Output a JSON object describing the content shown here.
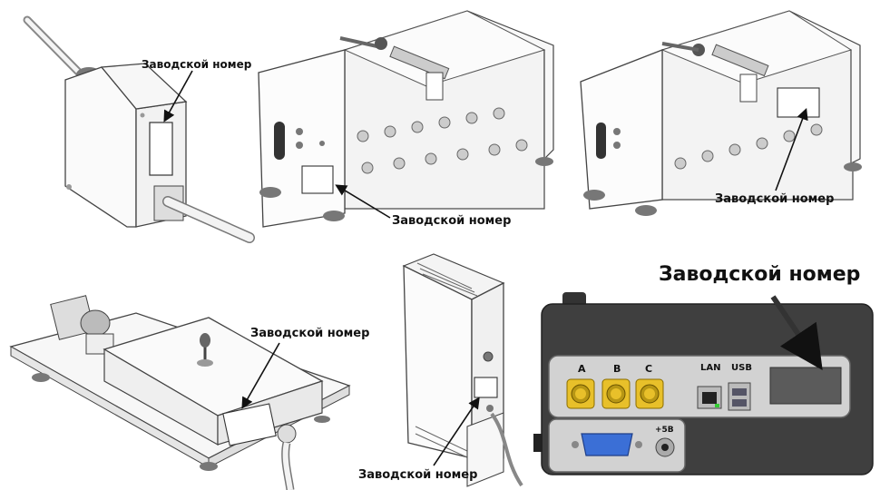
{
  "labels": {
    "serial": "Заводской номер"
  },
  "ports": {
    "a": "A",
    "b": "B",
    "c": "C",
    "lan": "LAN",
    "usb": "USB",
    "power": "+5В"
  },
  "colors": {
    "connector_yellow": "#e8c02a",
    "db_blue": "#3b6fd6",
    "panel_gray": "#cfcfcf",
    "frame_dark": "#555555"
  }
}
